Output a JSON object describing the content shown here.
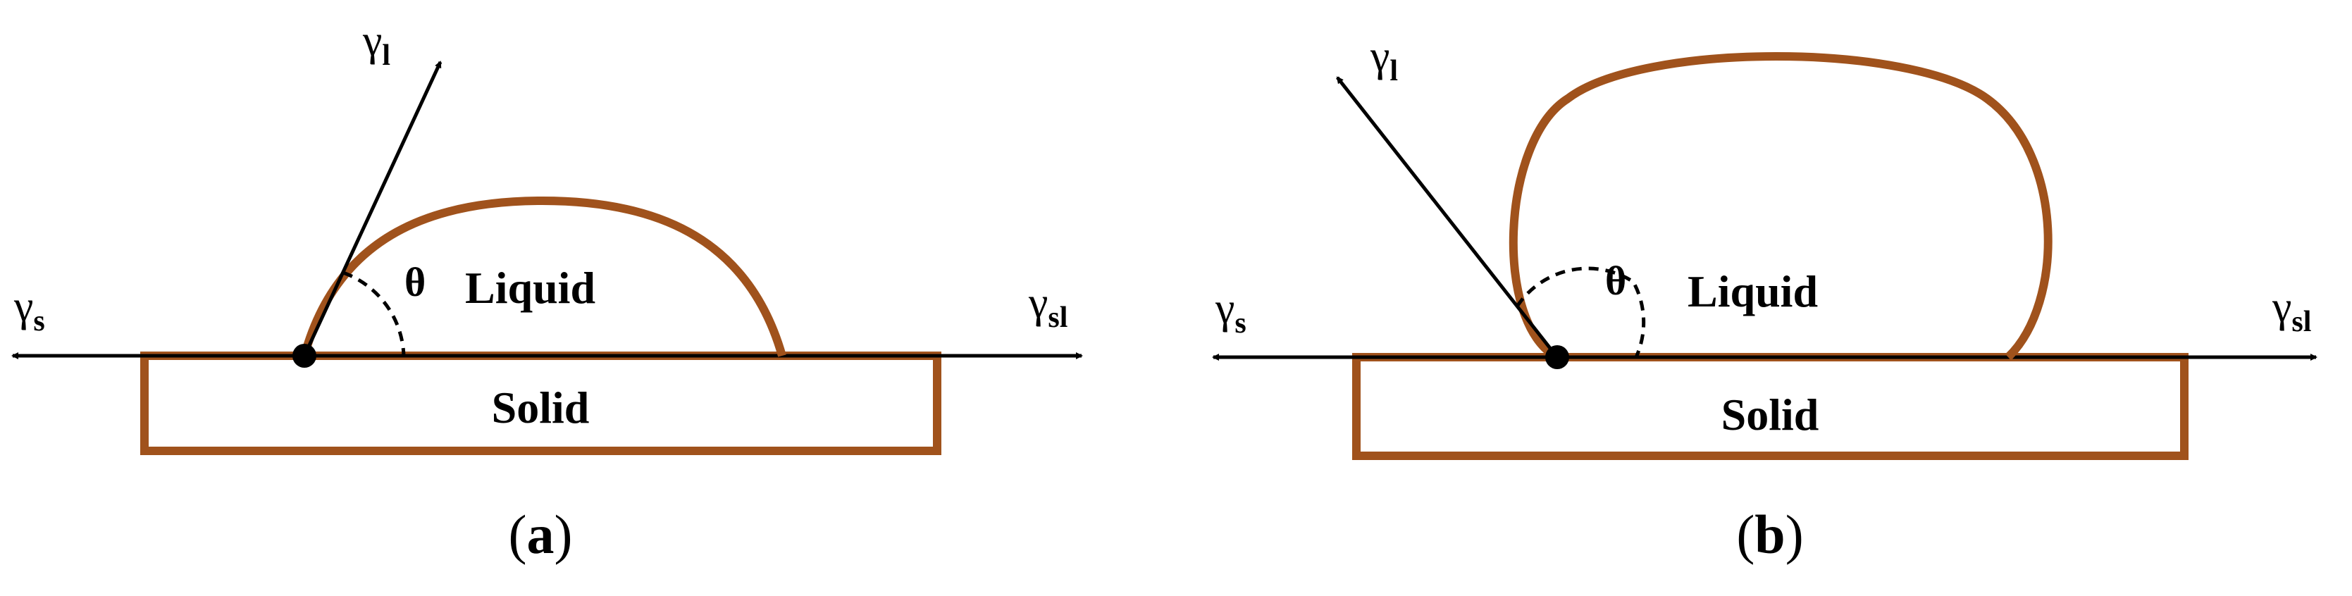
{
  "colors": {
    "outline": "#a0521c",
    "ink": "#000000",
    "background": "#ffffff"
  },
  "panels": [
    {
      "id": "a",
      "panel_open": "(",
      "panel_letter": "a",
      "panel_close": ")",
      "liquid_label": "Liquid",
      "solid_label": "Solid",
      "theta_label": "θ",
      "gamma_symbol": "γ",
      "gamma_l_sub": "l",
      "gamma_s_sub": "s",
      "gamma_sl_sub": "sl",
      "drop_shape": "spherical-cap",
      "contact_angle_type": "acute"
    },
    {
      "id": "b",
      "panel_open": "(",
      "panel_letter": "b",
      "panel_close": ")",
      "liquid_label": "Liquid",
      "solid_label": "Solid",
      "theta_label": "θ",
      "gamma_symbol": "γ",
      "gamma_l_sub": "l",
      "gamma_s_sub": "s",
      "gamma_sl_sub": "sl",
      "drop_shape": "bulging-droplet",
      "contact_angle_type": "obtuse"
    }
  ]
}
